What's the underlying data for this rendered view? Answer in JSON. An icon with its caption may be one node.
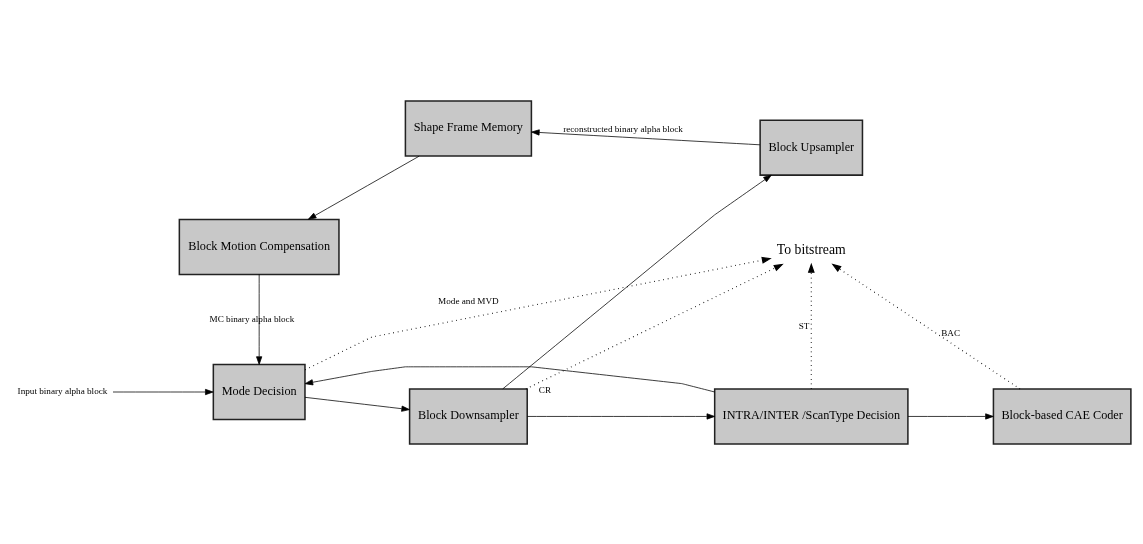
{
  "diagram": {
    "nodes": [
      {
        "text": [
          "Input binary alpha block"
        ]
      },
      {
        "text": [
          "Mode Decision"
        ]
      },
      {
        "text": [
          "Block Downsampler"
        ]
      },
      {
        "text": [
          "INTRA/INTER /ScanType Decision"
        ]
      },
      {
        "text": [
          "Block-based CAE Coder"
        ]
      },
      {
        "text": [
          "To bitstream"
        ]
      },
      {
        "text": [
          "Block Motion Compensation"
        ]
      },
      {
        "text": [
          "Shape Frame Memory"
        ]
      },
      {
        "text": [
          "Block Upsampler"
        ]
      }
    ],
    "edges": [
      {
        "from": 0,
        "to": 1,
        "arrow": "to"
      },
      {
        "from": 1,
        "to": 2,
        "arrow": "to"
      },
      {
        "from": 2,
        "to": 3,
        "arrow": "to"
      },
      {
        "from": 3,
        "to": 4,
        "arrow": "to"
      },
      {
        "from": 3,
        "to": 1,
        "arrow": "to"
      },
      {
        "from": 1,
        "to": 5,
        "arrow": "to",
        "label": "Mode and MVD",
        "style": "dashed"
      },
      {
        "from": 2,
        "to": 5,
        "arrow": "to",
        "label": "CR",
        "style": "dashed"
      },
      {
        "from": 3,
        "to": 5,
        "arrow": "to",
        "label": "ST",
        "style": "dashed"
      },
      {
        "from": 4,
        "to": 5,
        "arrow": "to",
        "label": "BAC",
        "style": "dashed"
      },
      {
        "from": 2,
        "to": 8,
        "arrow": "to"
      },
      {
        "from": 8,
        "to": 7,
        "arrow": "to",
        "label": "reconstructed binary alpha block"
      },
      {
        "from": 7,
        "to": 6,
        "arrow": "to"
      },
      {
        "from": 6,
        "to": 1,
        "arrow": "to",
        "label": "MC binary alpha block"
      }
    ]
  }
}
